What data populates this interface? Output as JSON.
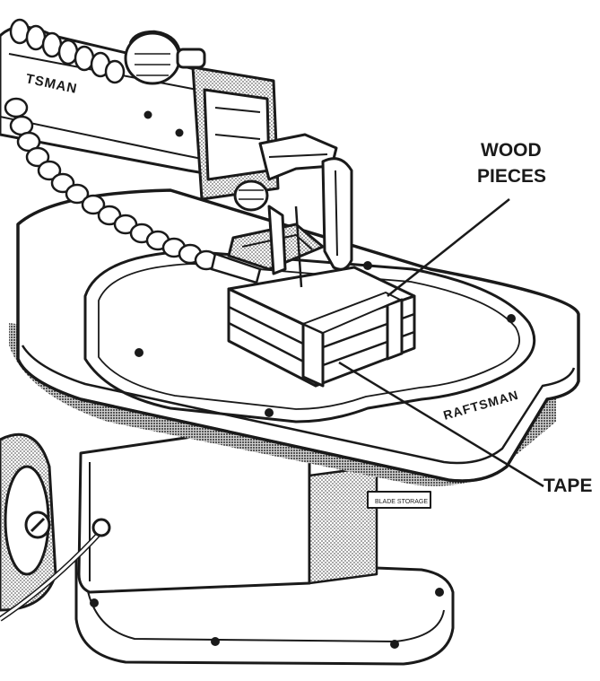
{
  "labels": {
    "wood_line1": "WOOD",
    "wood_line2": "PIECES",
    "tape": "TAPE"
  },
  "branding": {
    "arm_brand": "TSMAN",
    "table_brand": "RAFTSMAN",
    "blade_storage": "BLADE STORAGE"
  },
  "colors": {
    "ink": "#1a1a1a",
    "paper": "#ffffff",
    "shade": "#bdbdbd"
  }
}
